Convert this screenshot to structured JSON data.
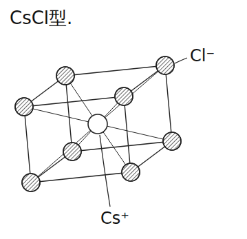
{
  "diagram": {
    "title": "CsCl型.",
    "labels": [
      "Cl⁻",
      "Cs⁺"
    ]
  }
}
